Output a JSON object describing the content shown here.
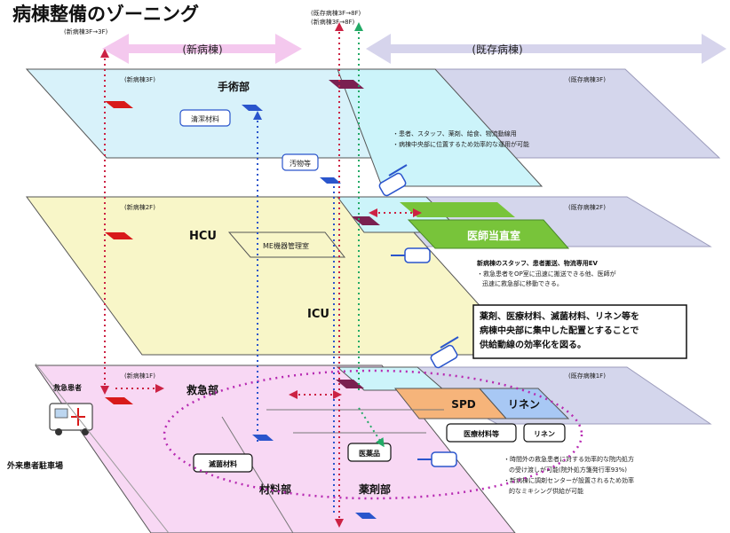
{
  "title": "病棟整備のゾーニング",
  "top": {
    "new_floors_note": "(新病棟3F→3F)",
    "exist_floors_note_1": "(既存病棟3F→8F)",
    "exist_floors_note_2": "(新病棟3F→8F)",
    "new_label": "(新病棟)",
    "exist_label": "(既存病棟)"
  },
  "floor3": {
    "new_tag": "(新病棟3F)",
    "exist_tag": "(既存病棟3F)",
    "dept": "手術部",
    "box1": "清潔材料",
    "box2": "汚物等",
    "note_1": "・患者、スタッフ、薬剤、給食、物流動線用",
    "note_2": "・病棟中央部に位置するため効率的な運用が可能"
  },
  "floor2": {
    "new_tag": "(新病棟2F)",
    "exist_tag": "(既存病棟2F)",
    "hcu": "HCU",
    "me_room": "ME機器管理室",
    "icu": "ICU",
    "duty_room": "医師当直室",
    "note_title": "新病棟のスタッフ、患者搬送、物流専用EV",
    "note_1": "・救急患者をOP室に迅速に搬送できる他、医師が",
    "note_2": "迅速に救急部に移動できる。",
    "callout_1": "薬剤、医療材料、滅菌材料、リネン等を",
    "callout_2": "病棟中央部に集中した配置とすることで",
    "callout_3": "供給動線の効率化を図る。"
  },
  "floor1": {
    "new_tag": "(新病棟1F)",
    "exist_tag": "(既存病棟1F)",
    "emergency_patient": "救急患者",
    "emergency_dept": "救急部",
    "spd": "SPD",
    "linen": "リネン",
    "box_medical": "医療材料等",
    "box_linen": "リネン",
    "box_sterile": "滅菌材料",
    "box_drugs": "医薬品",
    "materials_dept": "材料部",
    "pharmacy_dept": "薬剤部",
    "parking": "外来患者駐車場",
    "note_1": "・時間外の救急患者に対する効率的な院内処方",
    "note_2": "の受け渡しが可能(院外処方箋発行率93%)",
    "note_3": "・新病棟に調剤センターが設置されるため効率",
    "note_4": "的なミキシング供給が可能"
  }
}
